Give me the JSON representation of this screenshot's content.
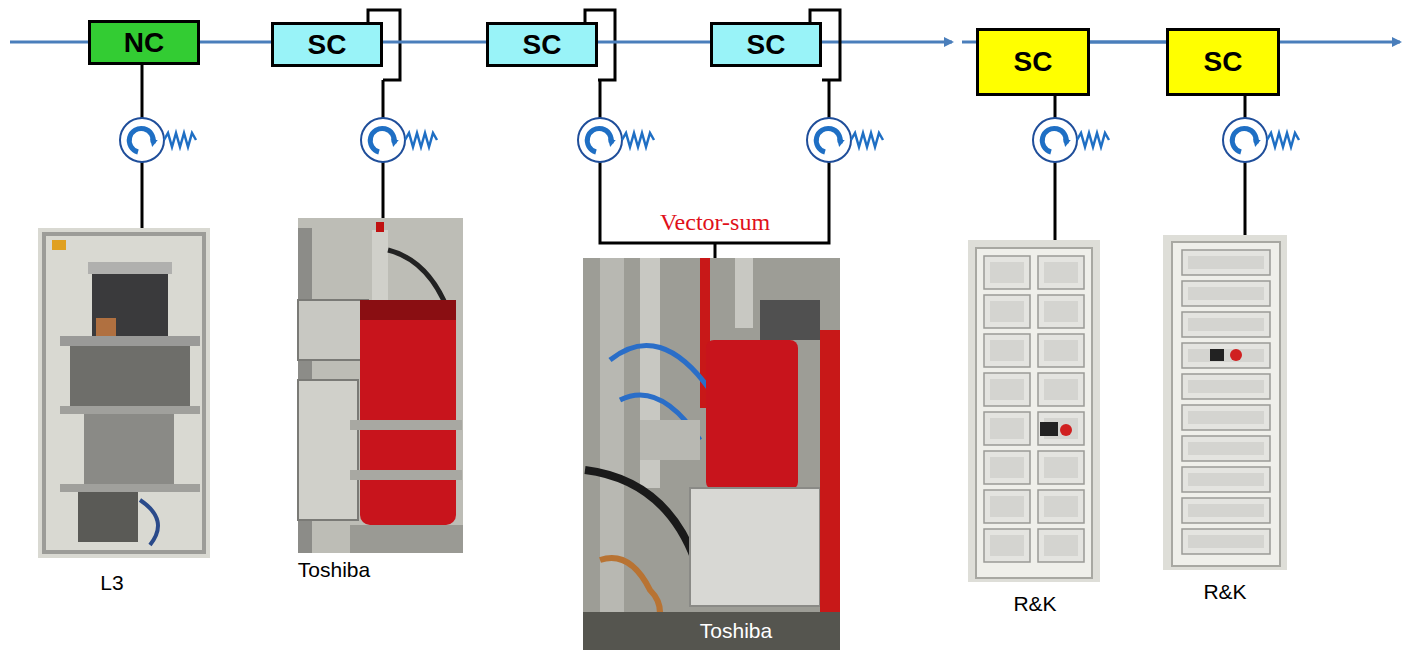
{
  "diagram": {
    "nodes": [
      {
        "text": [
          "NC"
        ]
      },
      {
        "text": [
          "SC"
        ]
      },
      {
        "text": [
          "SC"
        ]
      },
      {
        "text": [
          "SC"
        ]
      },
      {
        "text": [
          "SC"
        ]
      },
      {
        "text": [
          "SC"
        ]
      }
    ],
    "edges": [
      {
        "from": 0,
        "to": 1,
        "arrow": "none"
      },
      {
        "from": 1,
        "to": 2,
        "arrow": "none"
      },
      {
        "from": 2,
        "to": 3,
        "arrow": "none"
      },
      {
        "from": 4,
        "to": 5,
        "arrow": "none"
      }
    ],
    "labels": [
      "Vector-sum",
      "L3",
      "Toshiba",
      "Toshiba",
      "R&K",
      "R&K"
    ]
  }
}
